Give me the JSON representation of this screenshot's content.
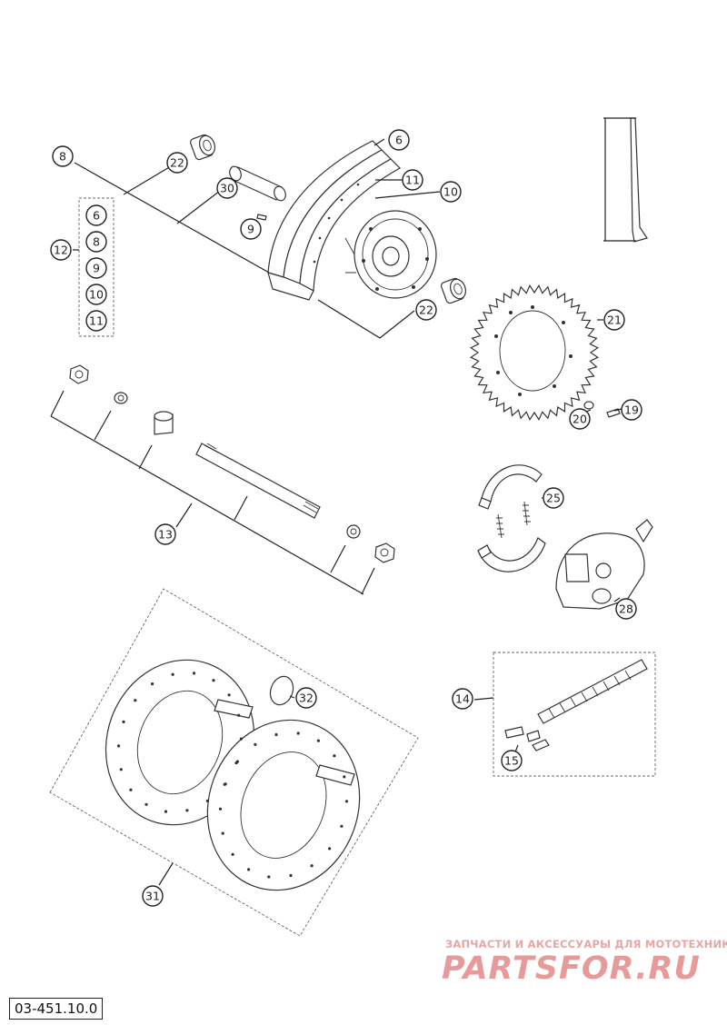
{
  "callouts": {
    "c6": "6",
    "c8": "8",
    "c22a": "22",
    "c11": "11",
    "c10": "10",
    "c30": "30",
    "c9": "9",
    "c12": "12",
    "g6": "6",
    "g8": "8",
    "g9": "9",
    "g10": "10",
    "g11": "11",
    "c22b": "22",
    "c21": "21",
    "c20": "20",
    "c19": "19",
    "c13": "13",
    "c25": "25",
    "c28": "28",
    "c32": "32",
    "c14": "14",
    "c15": "15",
    "c31": "31"
  },
  "watermark": {
    "tagline": "ЗАПЧАСТИ И АКСЕССУАРЫ ДЛЯ МОТОТЕХНИКИ",
    "logo": "PARTSFOR.RU"
  },
  "diagram_code": "03-451.10.0"
}
